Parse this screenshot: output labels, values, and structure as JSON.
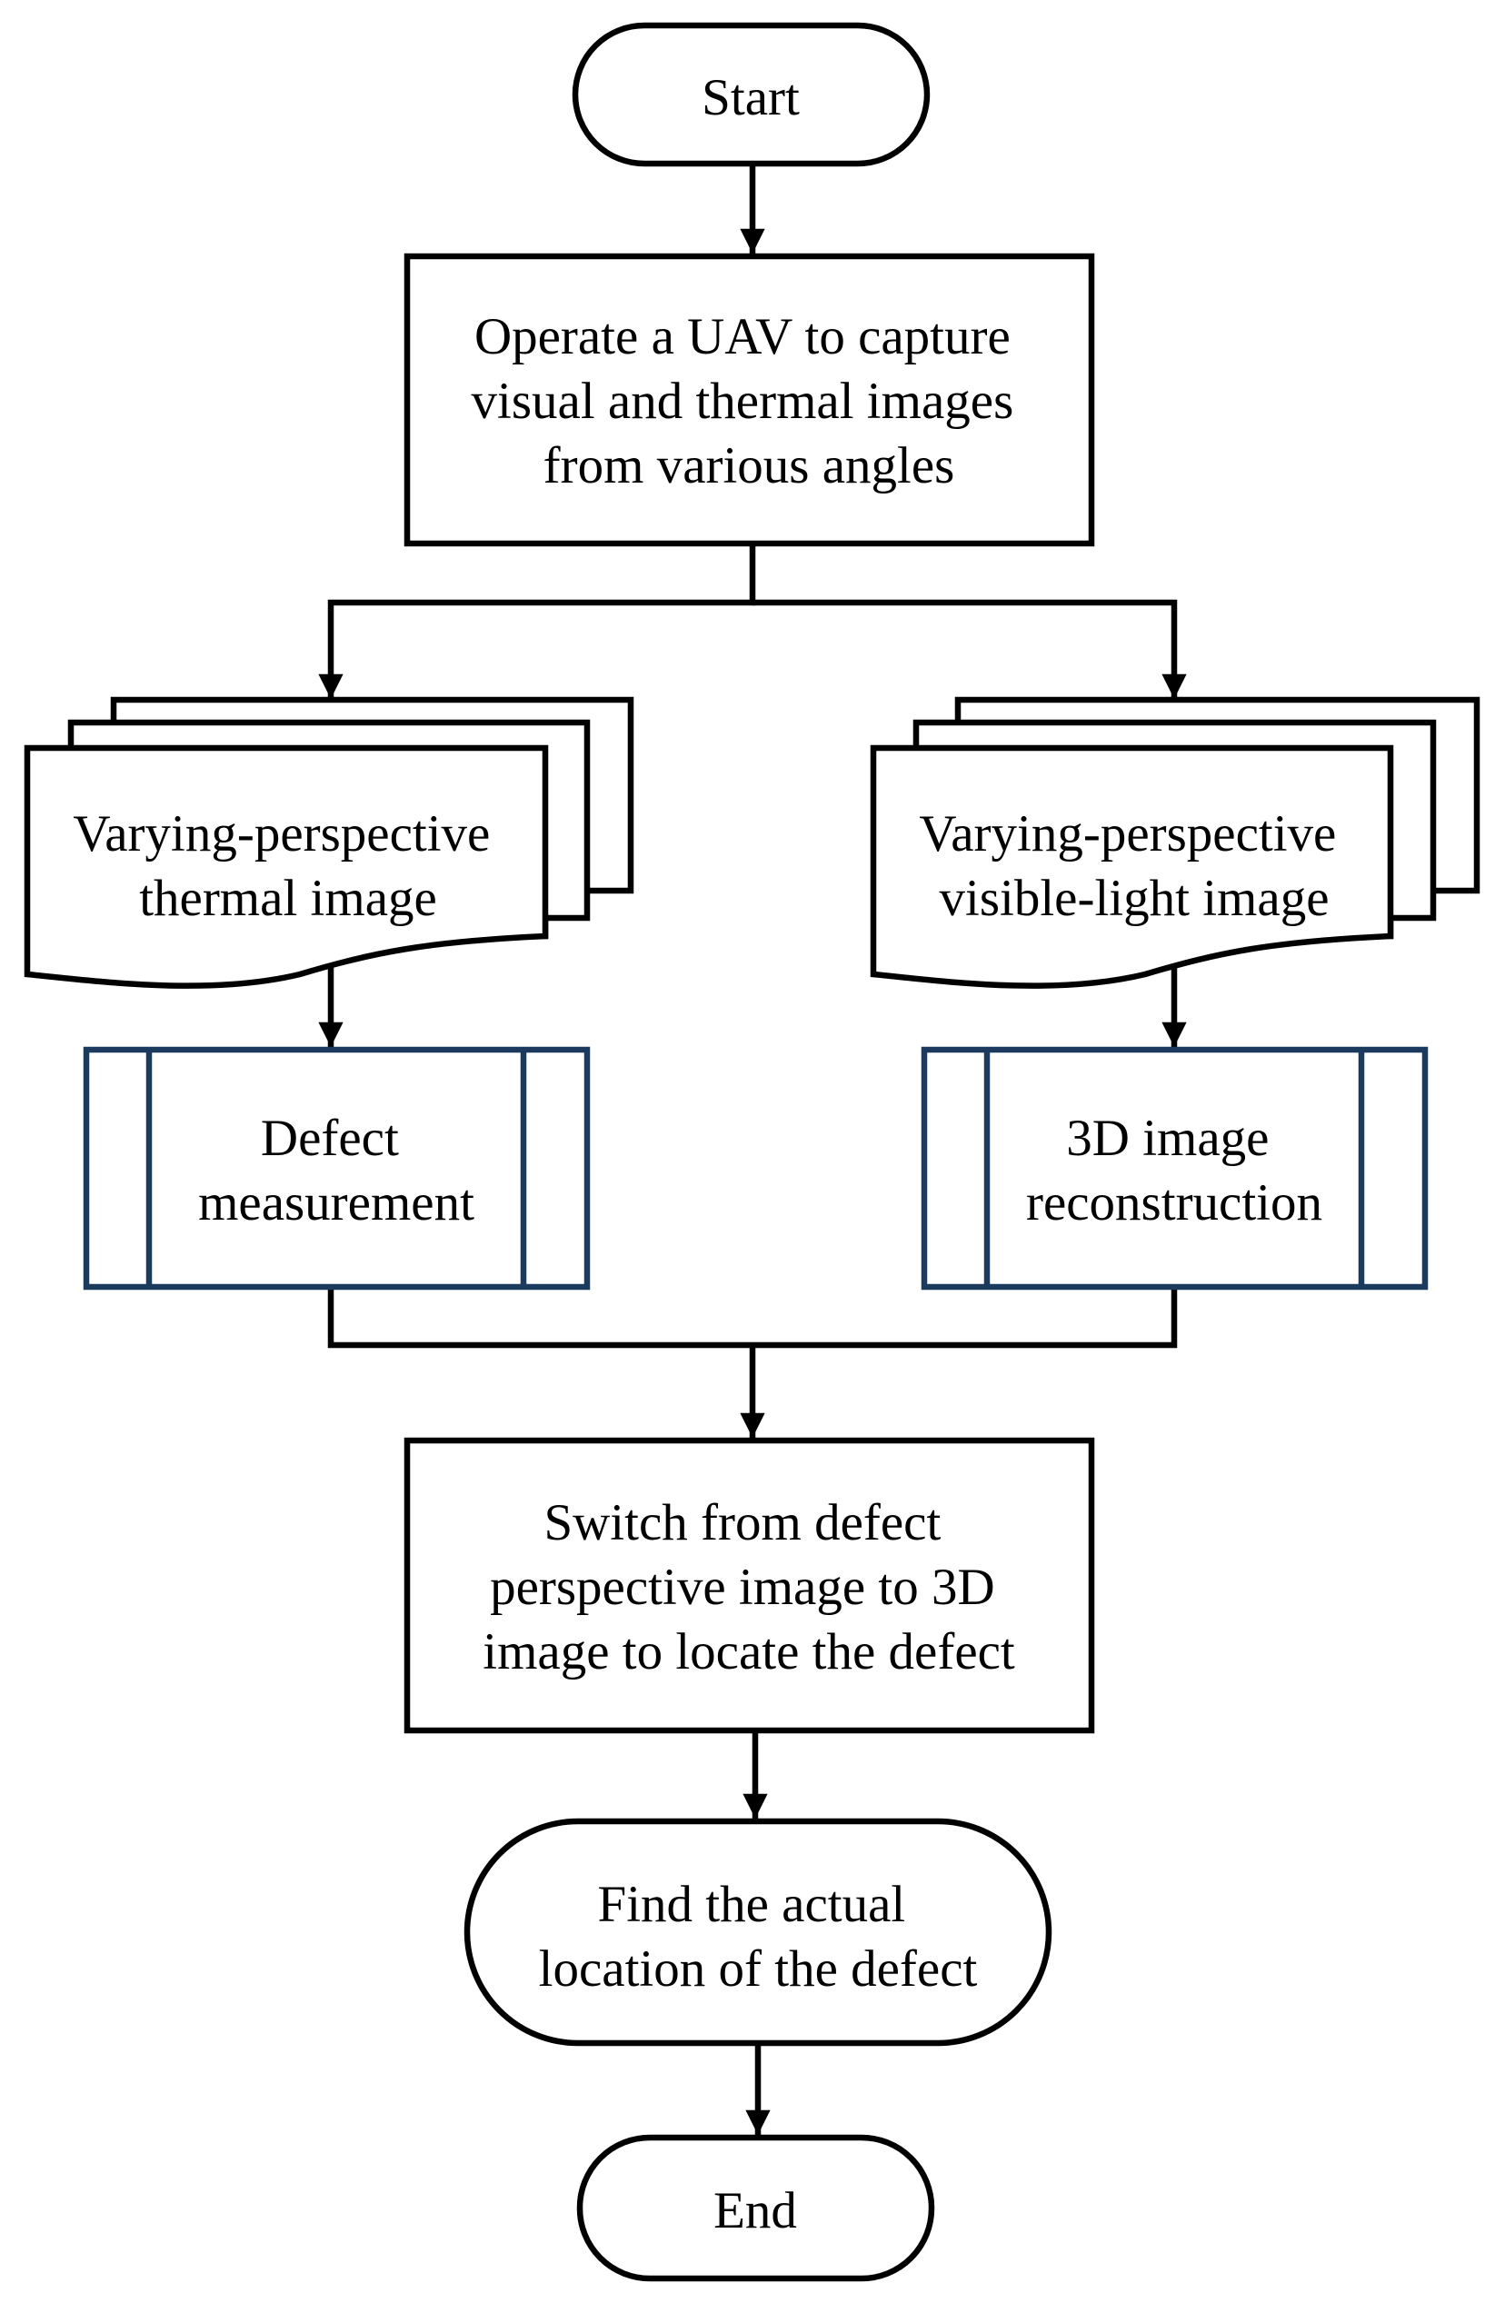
{
  "diagram": {
    "nodes": {
      "start": {
        "lines": [
          "Start"
        ]
      },
      "capture": {
        "lines": [
          "Operate a UAV to capture",
          "visual and thermal images",
          "from various angles"
        ]
      },
      "thermal_images": {
        "lines": [
          "Varying-perspective",
          "thermal image"
        ]
      },
      "visible_images": {
        "lines": [
          "Varying-perspective",
          "visible-light image"
        ]
      },
      "defect_measurement": {
        "lines": [
          "Defect",
          "measurement"
        ]
      },
      "reconstruction": {
        "lines": [
          "3D image",
          "reconstruction"
        ]
      },
      "switch": {
        "lines": [
          "Switch from defect",
          "perspective image to 3D",
          "image to locate the defect"
        ]
      },
      "find": {
        "lines": [
          "Find the actual",
          "location of the defect"
        ]
      },
      "end": {
        "lines": [
          "End"
        ]
      }
    },
    "edges": [
      [
        "start",
        "capture"
      ],
      [
        "capture",
        "thermal_images"
      ],
      [
        "capture",
        "visible_images"
      ],
      [
        "thermal_images",
        "defect_measurement"
      ],
      [
        "visible_images",
        "reconstruction"
      ],
      [
        "defect_measurement",
        "switch"
      ],
      [
        "reconstruction",
        "switch"
      ],
      [
        "switch",
        "find"
      ],
      [
        "find",
        "end"
      ]
    ],
    "colors": {
      "line": "#000000",
      "predefined_process_border": "#1b3a5e",
      "fill": "#ffffff"
    }
  }
}
